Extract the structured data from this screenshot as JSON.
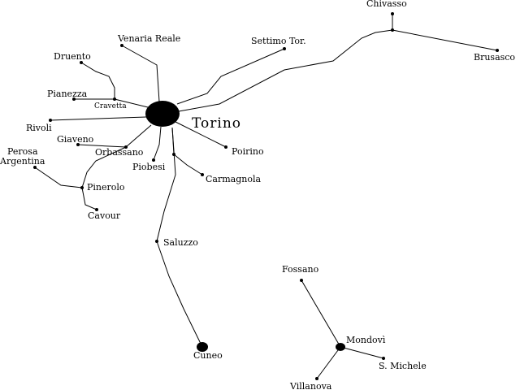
{
  "map": {
    "colors": {
      "ink": "#000000",
      "background": "#ffffff"
    },
    "places": [
      {
        "key": "torino",
        "name": "Torino"
      },
      {
        "key": "venaria",
        "name": "Venaria Reale"
      },
      {
        "key": "settimo",
        "name": "Settimo Tor."
      },
      {
        "key": "chivasso",
        "name": "Chivasso"
      },
      {
        "key": "brusasco",
        "name": "Brusasco"
      },
      {
        "key": "druento",
        "name": "Druento"
      },
      {
        "key": "pianezza",
        "name": "Pianezza"
      },
      {
        "key": "cravetta",
        "name": "Cravetta"
      },
      {
        "key": "rivoli",
        "name": "Rivoli"
      },
      {
        "key": "giaveno",
        "name": "Giaveno"
      },
      {
        "key": "orbassano",
        "name": "Orbassano"
      },
      {
        "key": "perosa",
        "name": "Perosa"
      },
      {
        "key": "argentina",
        "name": "Argentina"
      },
      {
        "key": "pinerolo",
        "name": "Pinerolo"
      },
      {
        "key": "cavour",
        "name": "Cavour"
      },
      {
        "key": "piobesi",
        "name": "Piobesi"
      },
      {
        "key": "poirino",
        "name": "Poirino"
      },
      {
        "key": "carmagnola",
        "name": "Carmagnola"
      },
      {
        "key": "saluzzo",
        "name": "Saluzzo"
      },
      {
        "key": "cuneo",
        "name": "Cuneo"
      },
      {
        "key": "fossano",
        "name": "Fossano"
      },
      {
        "key": "mondovi",
        "name": "Mondovì"
      },
      {
        "key": "smichele",
        "name": "S. Michele"
      },
      {
        "key": "villanova",
        "name": "Villanova"
      }
    ]
  }
}
